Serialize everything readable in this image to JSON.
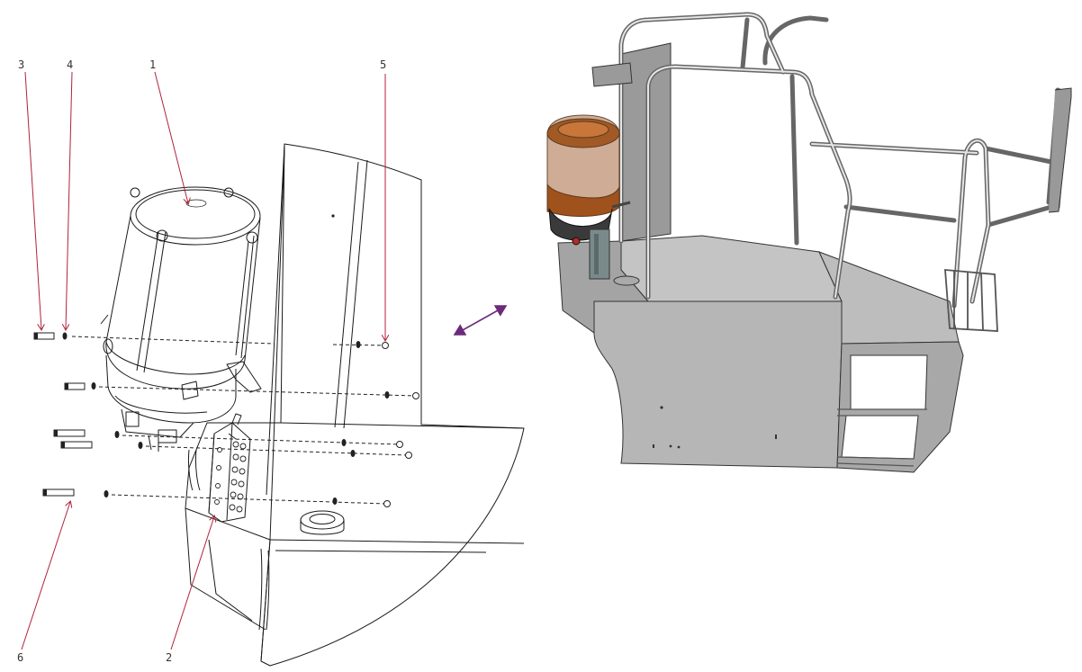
{
  "callouts": [
    {
      "id": "3",
      "label": "3"
    },
    {
      "id": "4",
      "label": "4"
    },
    {
      "id": "1",
      "label": "1"
    },
    {
      "id": "5",
      "label": "5"
    },
    {
      "id": "6",
      "label": "6"
    },
    {
      "id": "2",
      "label": "2"
    }
  ],
  "colors": {
    "leader": "#b0233a",
    "link_arrow": "#6b2a7a",
    "cab_fill": "#b8b8b8",
    "cab_dark": "#8a8a8a",
    "reservoir": "#c8763a"
  }
}
